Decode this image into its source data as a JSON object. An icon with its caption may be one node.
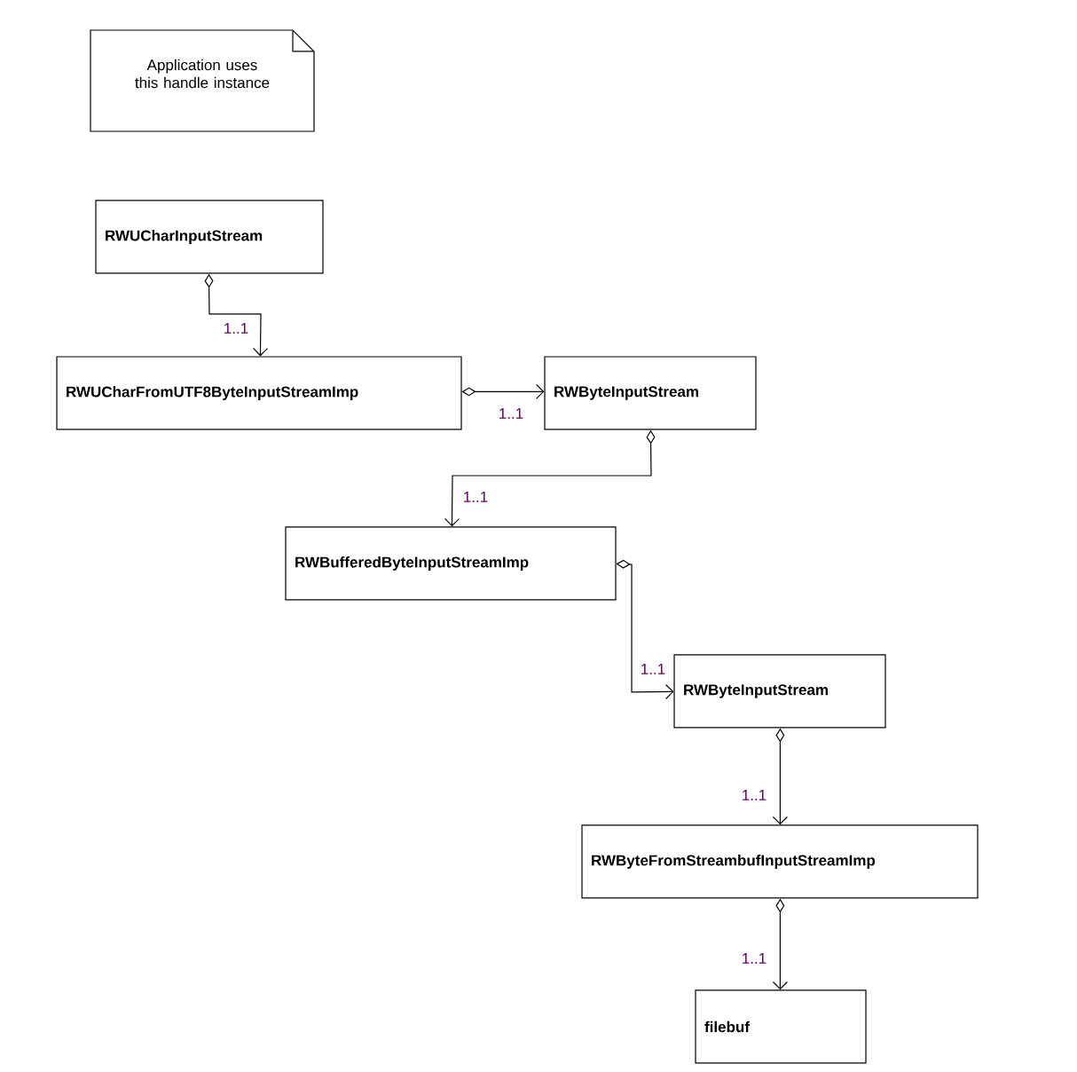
{
  "diagram": {
    "nodes": [
      {
        "text": [
          "Application uses this handle instance"
        ]
      },
      {
        "text": [
          "RWUCharInputStream"
        ]
      },
      {
        "text": [
          "RWUCharFromUTF8ByteInputStreamImp"
        ]
      },
      {
        "text": [
          "RWByteInputStream"
        ]
      },
      {
        "text": [
          "RWBufferedByteInputStreamImp"
        ]
      },
      {
        "text": [
          "RWByteInputStream"
        ]
      },
      {
        "text": [
          "RWByteFromStreambufInputStreamImp"
        ]
      },
      {
        "text": [
          "filebuf"
        ]
      }
    ],
    "edges": [
      {
        "from": 1,
        "to": 2,
        "arrow": "to",
        "label": "1..1"
      },
      {
        "from": 2,
        "to": 3,
        "arrow": "to",
        "label": "1..1"
      },
      {
        "from": 3,
        "to": 4,
        "arrow": "to",
        "label": "1..1"
      },
      {
        "from": 4,
        "to": 5,
        "arrow": "to",
        "label": "1..1"
      },
      {
        "from": 5,
        "to": 6,
        "arrow": "to",
        "label": "1..1"
      },
      {
        "from": 6,
        "to": 7,
        "arrow": "to",
        "label": "1..1"
      }
    ]
  }
}
